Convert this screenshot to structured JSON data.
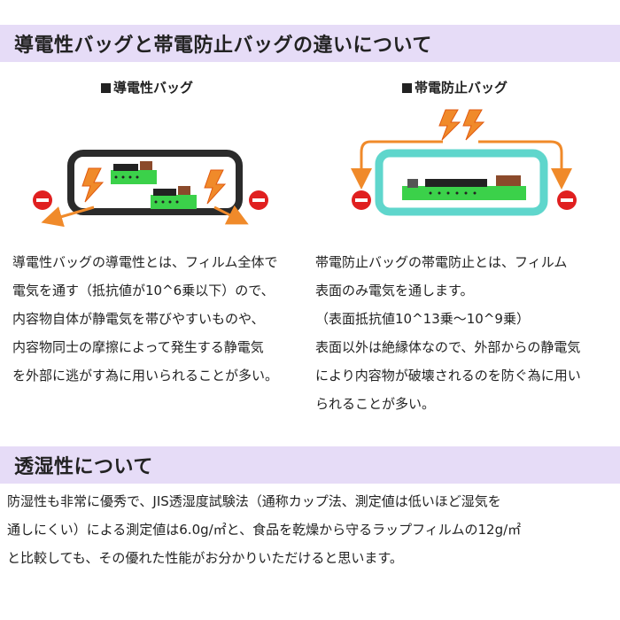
{
  "section1": {
    "title": "導電性バッグと帯電防止バッグの違いについて"
  },
  "left": {
    "heading": "導電性バッグ",
    "lines": [
      "導電性バッグの導電性とは、フィルム全体で",
      "電気を通す（抵抗値が10^6乗以下）ので、",
      "内容物自体が静電気を帯びやすいものや、",
      "内容物同士の摩擦によって発生する静電気",
      "を外部に逃がす為に用いられることが多い。"
    ]
  },
  "right": {
    "heading": "帯電防止バッグ",
    "lines": [
      "帯電防止バッグの帯電防止とは、フィルム",
      "表面のみ電気を通します。",
      "（表面抵抗値10^13乗～10^9乗）",
      "表面以外は絶縁体なので、外部からの静電気",
      "により内容物が破壊されるのを防ぐ為に用い",
      "られることが多い。"
    ]
  },
  "section2": {
    "title": "透湿性について",
    "lines": [
      "防湿性も非常に優秀で、JIS透湿度試験法（通称カップ法、測定値は低いほど湿気を",
      "通しにくい）による測定値は6.0g/㎡と、食品を乾燥から守るラップフィルムの12g/㎡",
      "と比較しても、その優れた性能がお分かりいただけると思います。"
    ]
  },
  "colors": {
    "section_bg": "#e6dcf7",
    "arrow_orange": "#f08a2a",
    "minus_red": "#e02020",
    "board_green": "#3bd14a",
    "bag_teal": "#5fd6cc",
    "bag_dark": "#2b2b2b"
  },
  "icons": [
    "lightning-icon",
    "minus-icon",
    "arrow-icon",
    "circuit-board-icon",
    "chip-icon"
  ]
}
